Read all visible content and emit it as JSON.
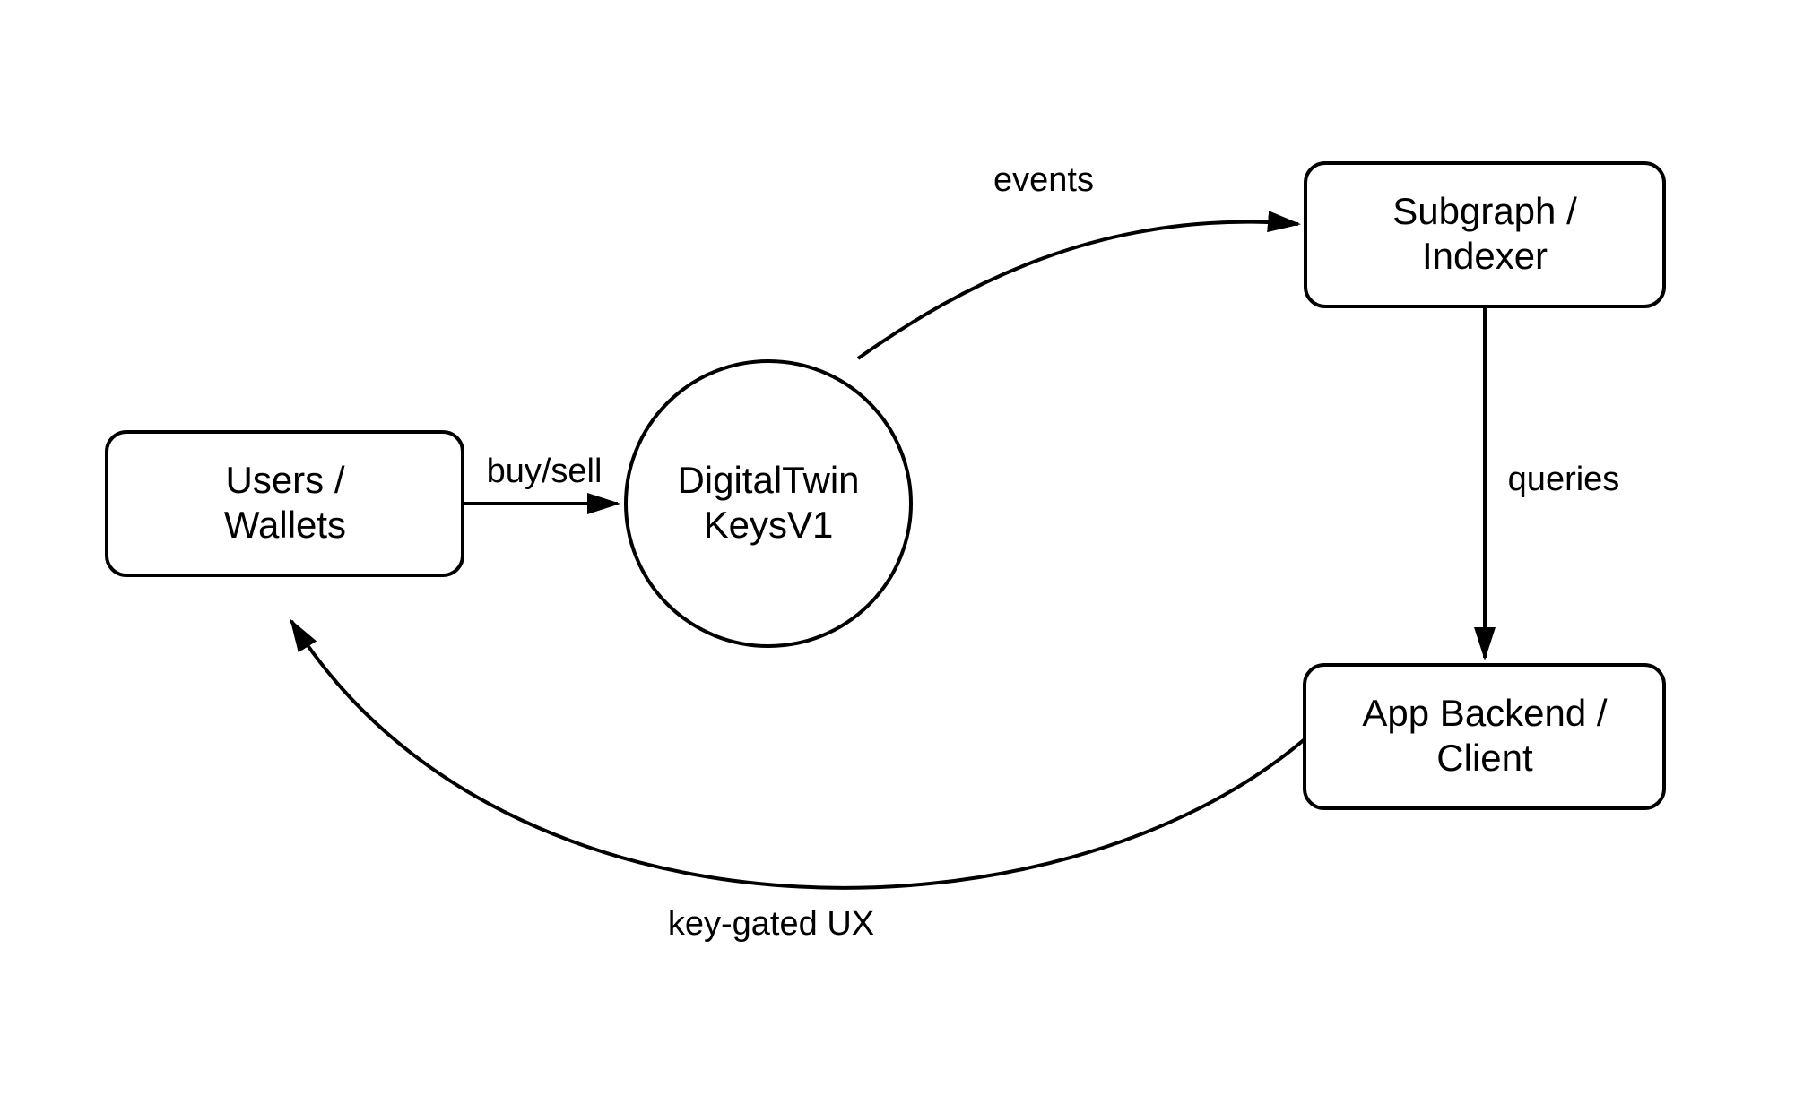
{
  "diagram": {
    "colors": {
      "background": "#ffffff",
      "line": "#000000",
      "text": "#000000",
      "node_fill": "#ffffff"
    },
    "nodes": [
      {
        "id": "users-wallets",
        "shape": "rounded-rectangle",
        "lines": [
          "Users /",
          "Wallets"
        ]
      },
      {
        "id": "digitaltwin-keysv1",
        "shape": "circle",
        "lines": [
          "DigitalTwin",
          "KeysV1"
        ]
      },
      {
        "id": "subgraph-indexer",
        "shape": "rounded-rectangle",
        "lines": [
          "Subgraph /",
          "Indexer"
        ]
      },
      {
        "id": "app-backend-client",
        "shape": "rounded-rectangle",
        "lines": [
          "App Backend /",
          "Client"
        ]
      }
    ],
    "edges": [
      {
        "from": "users-wallets",
        "to": "digitaltwin-keysv1",
        "label": "buy/sell",
        "style": "straight-arrow"
      },
      {
        "from": "digitaltwin-keysv1",
        "to": "subgraph-indexer",
        "label": "events",
        "style": "curved-arrow"
      },
      {
        "from": "subgraph-indexer",
        "to": "app-backend-client",
        "label": "queries",
        "style": "straight-arrow"
      },
      {
        "from": "app-backend-client",
        "to": "users-wallets",
        "label": "key-gated UX",
        "style": "curved-arrow"
      }
    ]
  }
}
